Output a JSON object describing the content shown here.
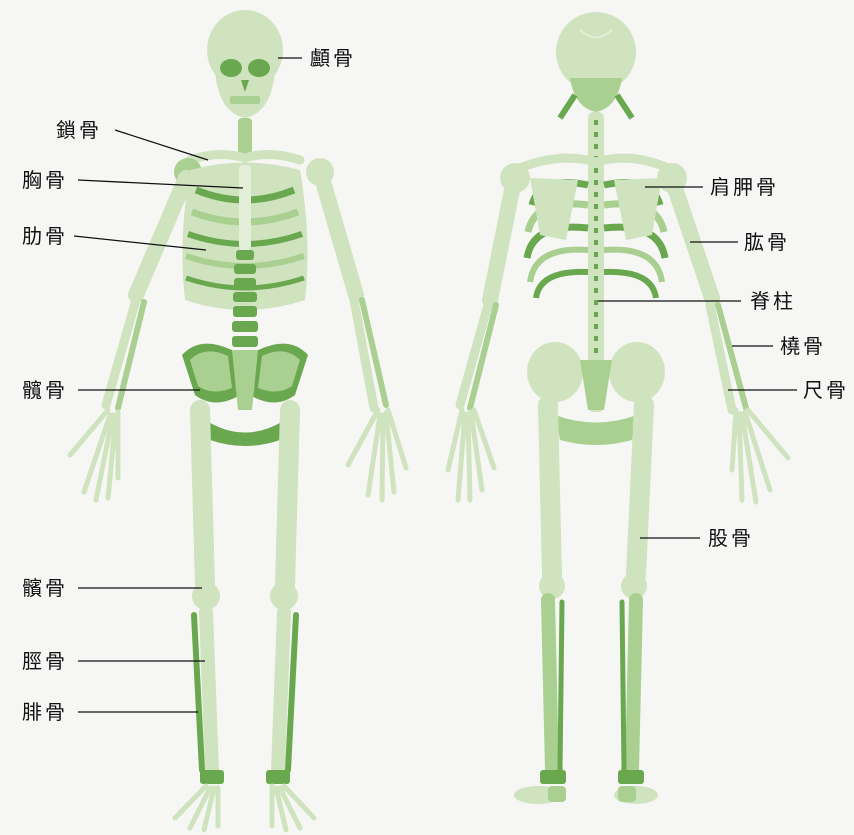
{
  "colors": {
    "background": "#f6f7f5",
    "bone_light": "#cfe3bf",
    "bone_mid": "#a9cf91",
    "bone_dark": "#6aa84f",
    "leader_line": "#111111"
  },
  "figures": [
    "front-skeleton",
    "back-skeleton"
  ],
  "labels": {
    "skull": "顱骨",
    "clavicle": "鎖骨",
    "sternum": "胸骨",
    "ribs": "肋骨",
    "hip": "髖骨",
    "patella": "髕骨",
    "tibia": "脛骨",
    "fibula": "腓骨",
    "scapula": "肩胛骨",
    "humerus": "肱骨",
    "spine": "脊柱",
    "radius": "橈骨",
    "ulna": "尺骨",
    "femur": "股骨"
  }
}
